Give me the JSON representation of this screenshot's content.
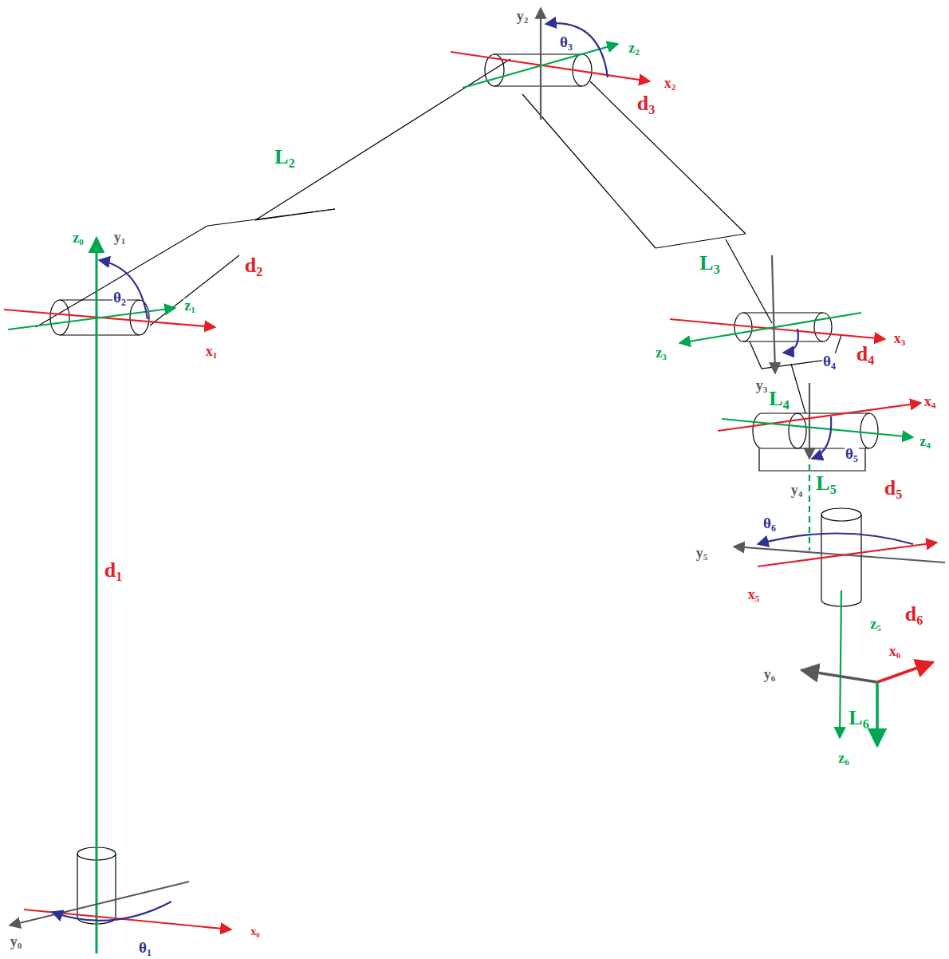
{
  "diagram": {
    "labels": [
      "y2",
      "θ3",
      "z2",
      "x2",
      "L2",
      "d3",
      "z0",
      "y1",
      "θ2",
      "z1",
      "d2",
      "x1",
      "L3",
      "x3",
      "z3",
      "θ4",
      "d4",
      "y3",
      "L4",
      "x4",
      "z4",
      "θ5",
      "L5",
      "d5",
      "y4",
      "θ6",
      "y5",
      "d1",
      "x5",
      "z5",
      "d6",
      "x6",
      "y6",
      "L6",
      "z6",
      "x0",
      "y0",
      "θ1"
    ]
  }
}
